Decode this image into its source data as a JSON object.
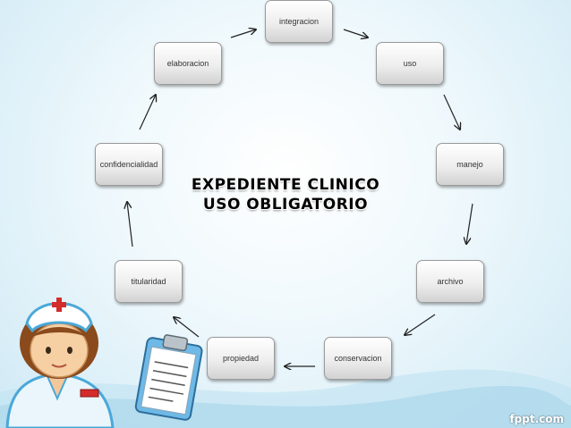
{
  "nodes": {
    "integracion": "integracion",
    "uso": "uso",
    "manejo": "manejo",
    "archivo": "archivo",
    "conservacion": "conservacion",
    "propiedad": "propiedad",
    "titularidad": "titularidad",
    "confidencialidad": "confidencialidad",
    "elaboracion": "elaboracion"
  },
  "title": {
    "line1": "EXPEDIENTE CLINICO",
    "line2": "USO OBLIGATORIO"
  },
  "brand": "fppt.com",
  "colors": {
    "background": "#eef8fc",
    "node_border": "#9a9a9a",
    "arrow": "#222222",
    "cross_red": "#d42b2b"
  },
  "icons": [
    "nurse-illustration",
    "clipboard-icon"
  ]
}
